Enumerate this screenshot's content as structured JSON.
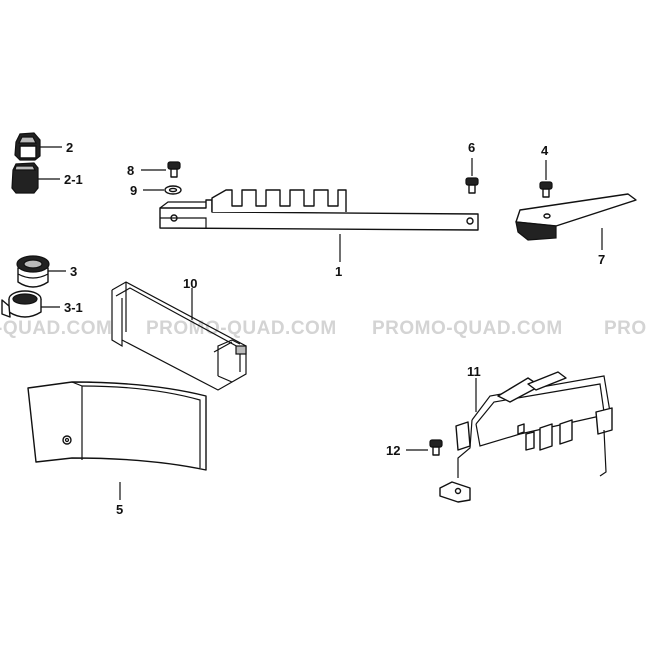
{
  "watermark": {
    "left": "-QUAD.COM",
    "center": "PROMO-QUAD.COM",
    "right": "PROMO-QUAD.COM",
    "edge": "PRO"
  },
  "callouts": {
    "c1": "1",
    "c2": "2",
    "c2_1": "2-1",
    "c3": "3",
    "c3_1": "3-1",
    "c4": "4",
    "c5": "5",
    "c6": "6",
    "c7": "7",
    "c8": "8",
    "c9": "9",
    "c10": "10",
    "c11": "11",
    "c12": "12"
  }
}
